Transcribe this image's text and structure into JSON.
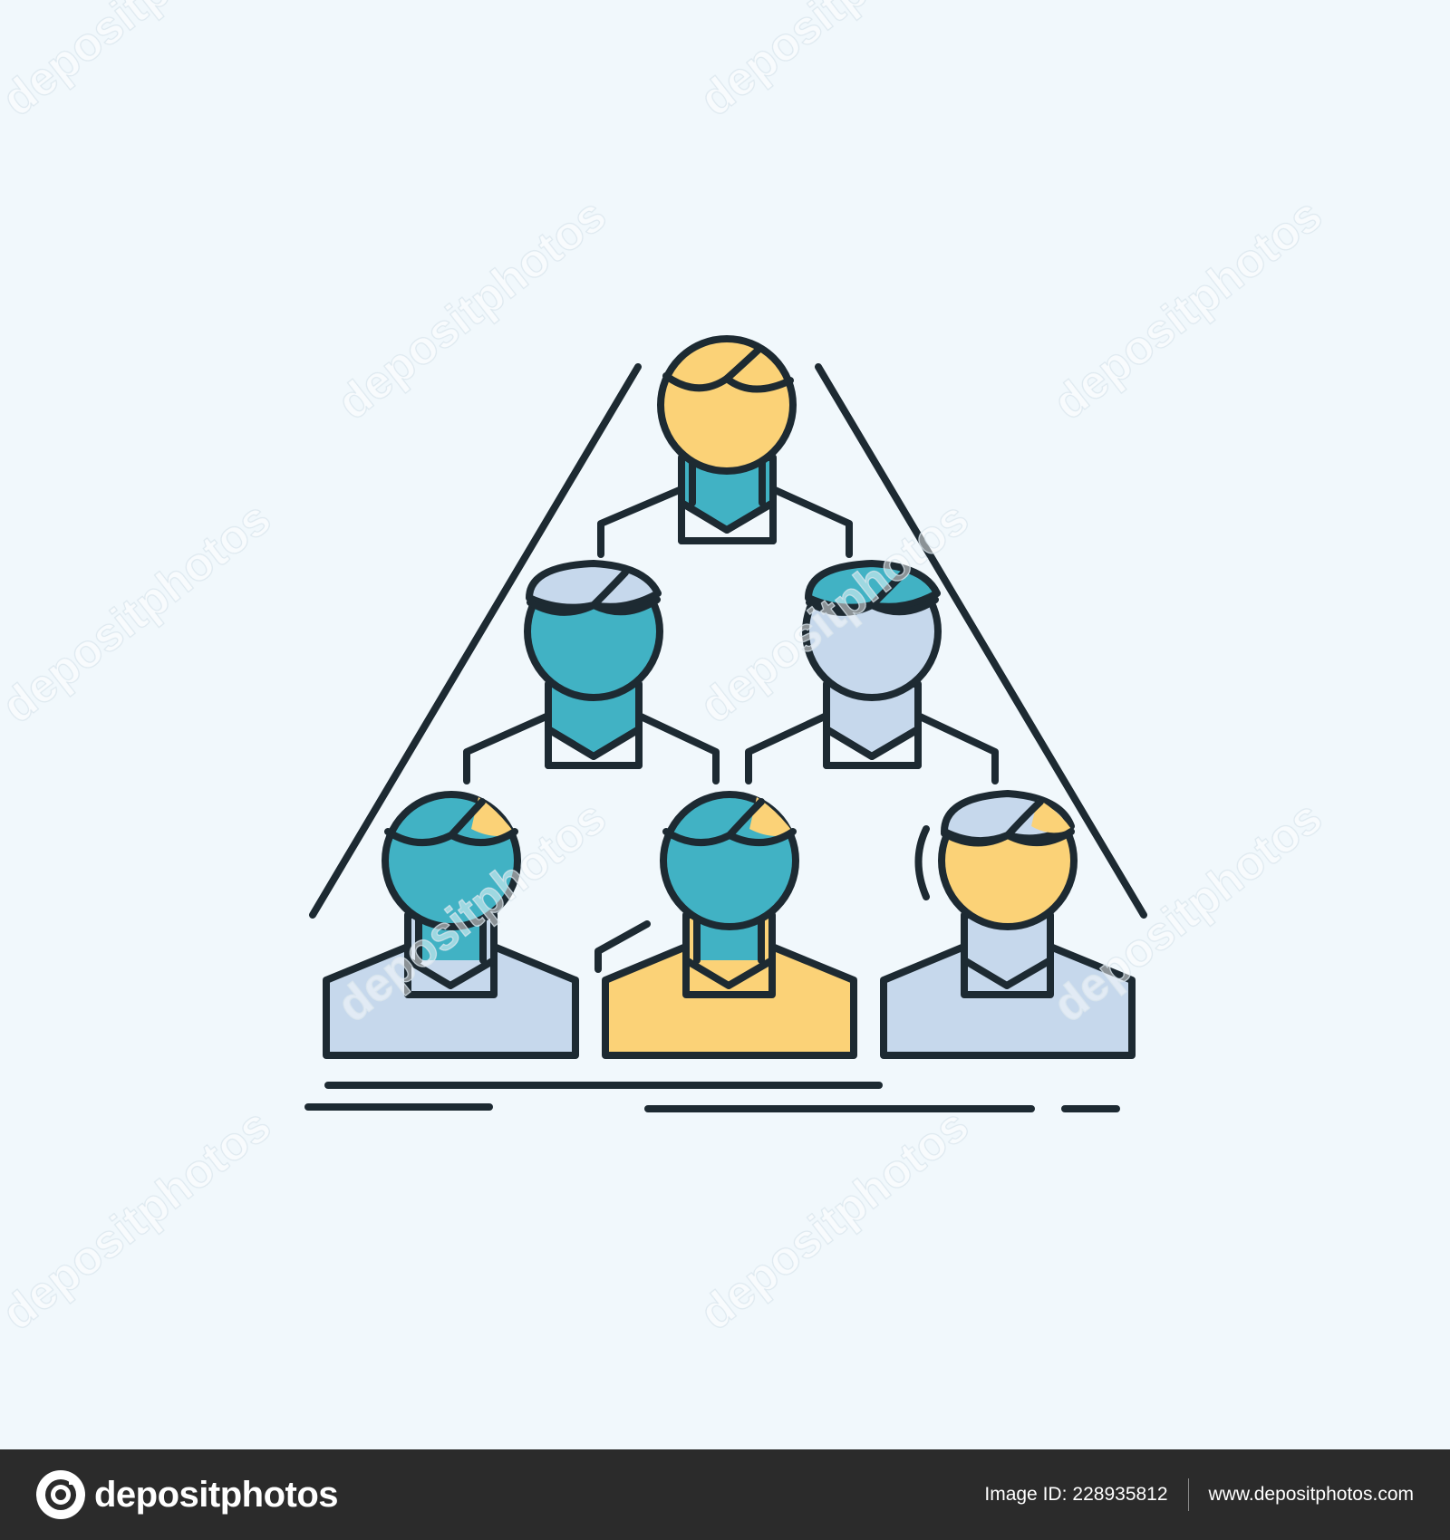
{
  "illustration": {
    "subject": "team hierarchy pyramid icon",
    "colors": {
      "background": "#f1f8fc",
      "outline": "#1d2a32",
      "teal": "#41b2c4",
      "yellow": "#fbd277",
      "light_blue": "#c6d8ec"
    },
    "watermark_text": "depositphotos"
  },
  "footer": {
    "brand_name": "depositphotos",
    "image_id_label": "Image ID:",
    "image_id": "228935812",
    "url": "www.depositphotos.com",
    "background": "#2b2b2b"
  }
}
